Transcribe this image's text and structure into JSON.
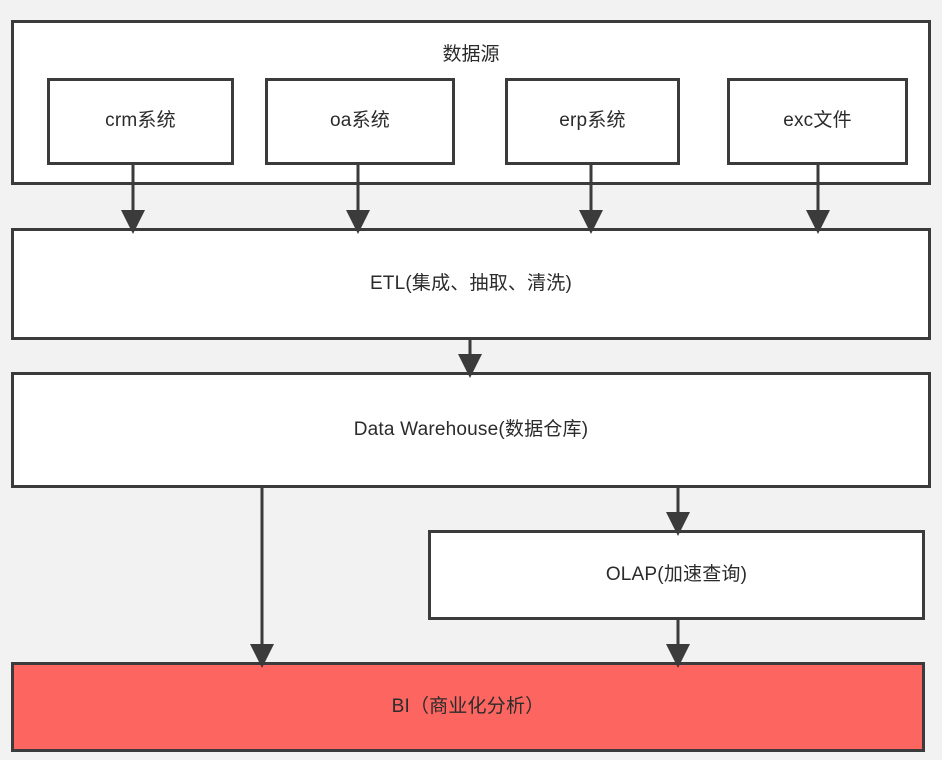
{
  "diagram": {
    "title": "数据源",
    "background_color": "#f2f2f2",
    "stroke_color": "#3b3b3b",
    "highlight_color": "#fc6560",
    "nodes": {
      "datasource_group": {
        "label": "数据源"
      },
      "crm": {
        "label": "crm系统"
      },
      "oa": {
        "label": "oa系统"
      },
      "erp": {
        "label": "erp系统"
      },
      "exc": {
        "label": "exc文件"
      },
      "etl": {
        "label": "ETL(集成、抽取、清洗)"
      },
      "warehouse": {
        "label": "Data Warehouse(数据仓库)"
      },
      "olap": {
        "label": "OLAP(加速查询)"
      },
      "bi": {
        "label": "BI（商业化分析）"
      }
    },
    "edges": [
      {
        "from": "crm",
        "to": "etl"
      },
      {
        "from": "oa",
        "to": "etl"
      },
      {
        "from": "erp",
        "to": "etl"
      },
      {
        "from": "exc",
        "to": "etl"
      },
      {
        "from": "etl",
        "to": "warehouse"
      },
      {
        "from": "warehouse",
        "to": "bi"
      },
      {
        "from": "warehouse",
        "to": "olap"
      },
      {
        "from": "olap",
        "to": "bi"
      }
    ]
  }
}
